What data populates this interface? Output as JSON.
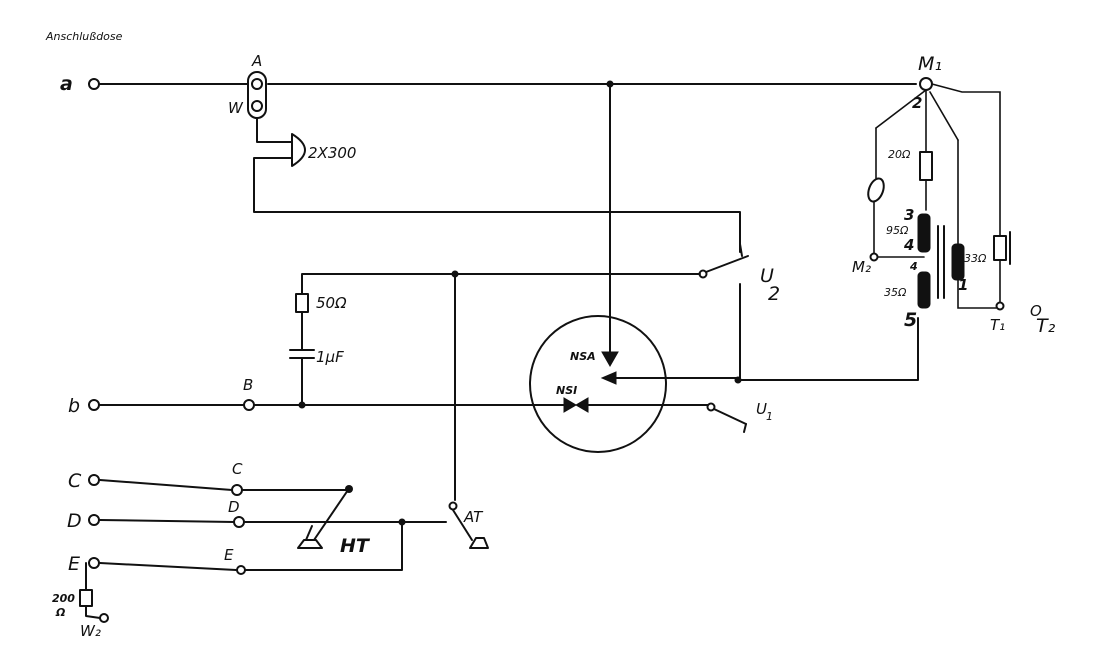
{
  "title": "Anschlußdose",
  "left_terminals": {
    "a": "a",
    "b": "b",
    "c": "C",
    "d": "D",
    "e": "E",
    "w2": "W₂"
  },
  "contacts": {
    "A": "A",
    "W": "W",
    "B": "B",
    "C": "C",
    "D": "D",
    "E": "E"
  },
  "components": {
    "bell": "2X300",
    "resistor_50": "50Ω",
    "capacitor": "1µF",
    "resistor_200_value": "200",
    "resistor_200_unit": "Ω",
    "hook_switch": "HT",
    "earth_key": "AT",
    "u2_label": "U",
    "u2_sub": "2",
    "u1_label": "U",
    "u1_sub": "1",
    "nsa": "NSA",
    "nsi": "NSI"
  },
  "transformer": {
    "m1": "M₁",
    "m2": "M₂",
    "t1": "T₁",
    "t2_letter": "O",
    "t2_sub": "T₂",
    "pin2": "2",
    "pin3": "3",
    "pin4a": "4",
    "pin4b": "4",
    "pin5": "5",
    "pin1": "1",
    "r_20": "20Ω",
    "r_95": "95Ω",
    "r_35": "35Ω",
    "r_33": "33Ω"
  }
}
